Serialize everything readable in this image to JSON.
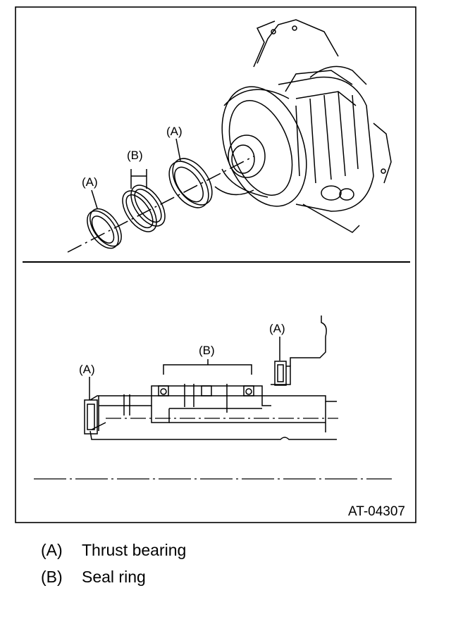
{
  "figure": {
    "code": "AT-04307",
    "top_view": {
      "callout_a_left": "(A)",
      "callout_b": "(B)",
      "callout_a_right": "(A)"
    },
    "section_view": {
      "callout_a_left": "(A)",
      "callout_b": "(B)",
      "callout_a_right": "(A)"
    }
  },
  "legend": [
    {
      "key": "(A)",
      "text": "Thrust bearing"
    },
    {
      "key": "(B)",
      "text": "Seal ring"
    }
  ]
}
